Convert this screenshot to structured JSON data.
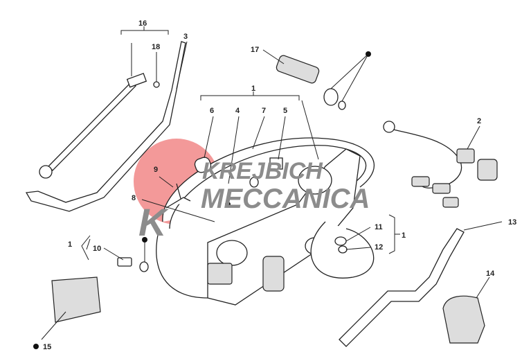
{
  "watermark": {
    "line1": "KREJBICH",
    "line2": "MECCANICA",
    "logo_letter": "K",
    "logo_color": "#f08080"
  },
  "callouts": {
    "c16": "16",
    "c18": "18",
    "c3": "3",
    "c17": "17",
    "c1_top": "1",
    "c6": "6",
    "c4": "4",
    "c7": "7",
    "c5": "5",
    "c2": "2",
    "c9": "9",
    "c8": "8",
    "c1_left": "1",
    "c10": "10",
    "c11": "11",
    "c12": "12",
    "c1_right": "1",
    "c13": "13",
    "c14": "14",
    "c15": "15"
  }
}
